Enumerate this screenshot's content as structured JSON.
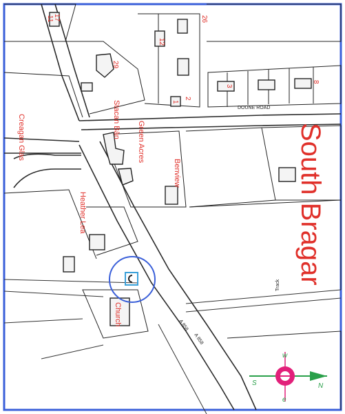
{
  "map": {
    "place_name": "South Bragar",
    "roads": {
      "doune_road": "DOUNE ROAD",
      "a858_upper": "A 858",
      "a858_lower": "A 858",
      "track": "Track"
    },
    "houses": {
      "creagan_glas": "Creagan\nGlas",
      "stacan_ban": "Stacan Bàn",
      "green_acres": "Green Acres",
      "benview": "Benview",
      "heather_lea": "Heather Lea",
      "church": "Church"
    },
    "plot_numbers": [
      "17",
      "12",
      "29",
      "26",
      "1",
      "2",
      "3",
      "8",
      "11"
    ]
  },
  "north_arrow": {
    "north": "N",
    "south": "S",
    "east": "e",
    "west": "w"
  },
  "colors": {
    "frame": "#3a5fd9",
    "label_red": "#e0302a",
    "site_circle": "#3a5fd9",
    "site_marker": "#3aa0d9",
    "compass_pink": "#e2207a",
    "compass_green": "#2aa04a"
  }
}
